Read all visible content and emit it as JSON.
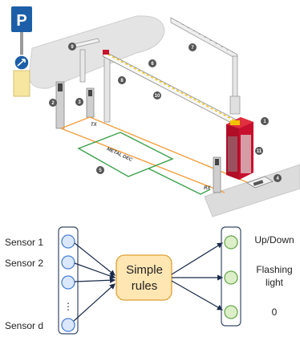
{
  "illustration": {
    "parking_sign": "P",
    "markers": [
      "1",
      "2",
      "3",
      "4",
      "5",
      "6",
      "7",
      "8",
      "9",
      "10",
      "11"
    ],
    "tx_label": "TX",
    "rx_label": "RX",
    "metal_dec_label": "METAL DEC",
    "colors": {
      "cabinet": "#c8102e",
      "yellow": "#f2c400",
      "orange_wire": "#f0a040",
      "green_loop": "#3aa04a",
      "sign_blue": "#1c5fa8",
      "curb": "#dcdcdc"
    }
  },
  "diagram": {
    "sensors": [
      "Sensor 1",
      "Sensor 2",
      "Sensor d"
    ],
    "ellipsis": "⋮",
    "center_label": [
      "Simple",
      "rules"
    ],
    "outputs": [
      "Up/Down",
      "Flashing",
      "light",
      "0"
    ],
    "colors": {
      "input_node": "#dbe8fb",
      "input_stroke": "#4a7fd4",
      "output_node": "#dcefc8",
      "output_stroke": "#6aa84f",
      "rules_fill": "#ffe6b3",
      "rules_stroke": "#e0a030"
    }
  }
}
